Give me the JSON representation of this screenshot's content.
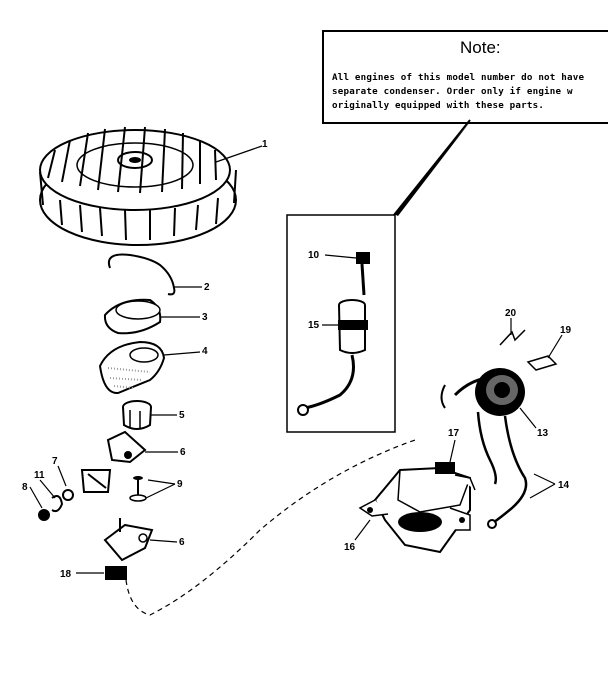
{
  "note": {
    "title": "Note:",
    "lines": [
      "All engines of this model number do not have",
      "separate condenser. Order only if engine w",
      "originally equipped with these parts."
    ]
  },
  "callouts": [
    "1",
    "2",
    "3",
    "4",
    "5",
    "6",
    "9",
    "8",
    "11",
    "7",
    "6",
    "18",
    "10",
    "15",
    "20",
    "19",
    "13",
    "17",
    "14",
    "16"
  ]
}
